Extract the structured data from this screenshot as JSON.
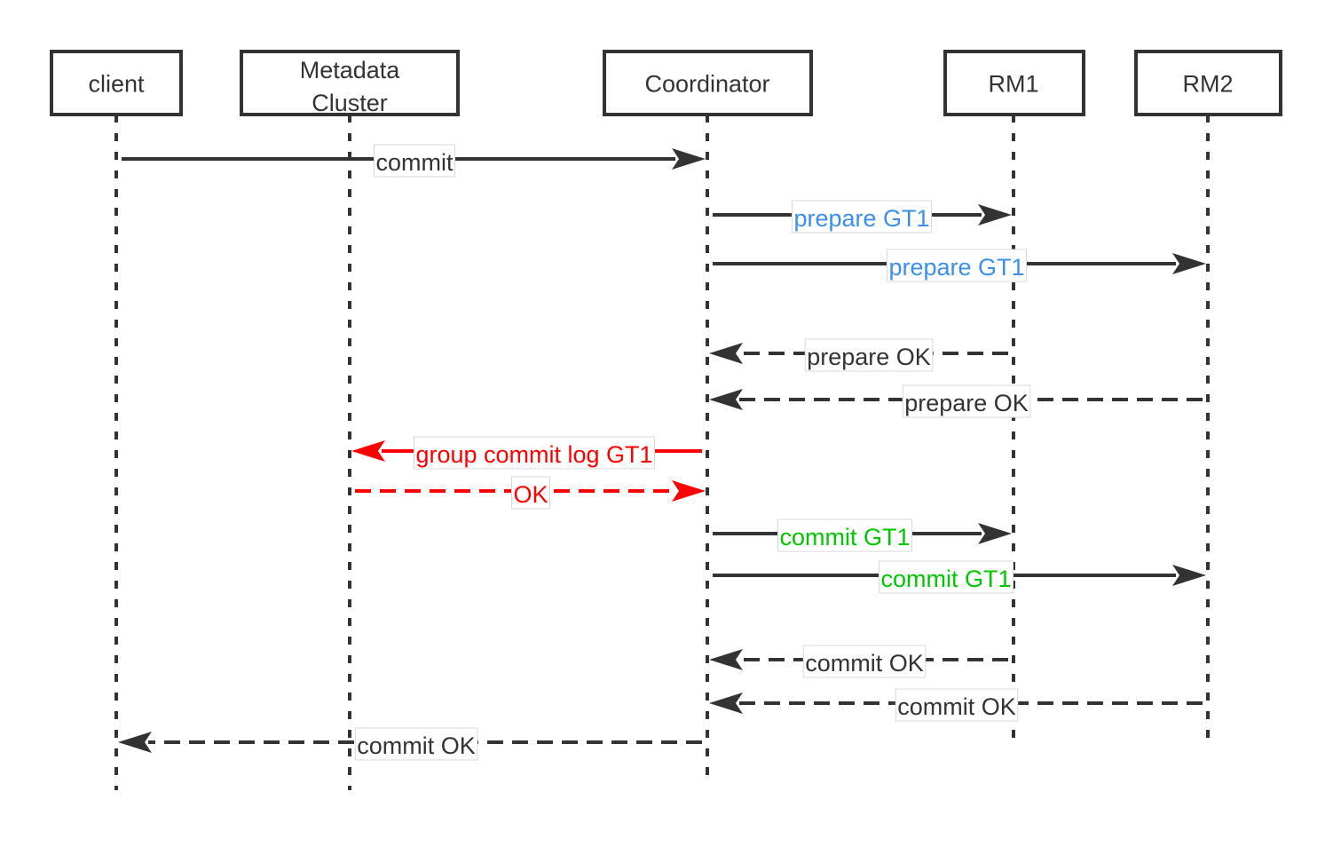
{
  "diagram": {
    "type": "sequence",
    "colors": {
      "default": "#333333",
      "prepare_text": "#3b8fea",
      "red": "#ff0000",
      "commit_text": "#00c800"
    },
    "actors": [
      {
        "id": "client",
        "label": "client"
      },
      {
        "id": "meta",
        "label": "Metadata\nCluster",
        "lines": [
          "Metadata",
          "Cluster"
        ]
      },
      {
        "id": "coord",
        "label": "Coordinator"
      },
      {
        "id": "rm1",
        "label": "RM1"
      },
      {
        "id": "rm2",
        "label": "RM2"
      }
    ],
    "messages": [
      {
        "from": "client",
        "to": "coord",
        "label": "commit",
        "style": "solid",
        "line_color": "default",
        "text_color": "default"
      },
      {
        "from": "coord",
        "to": "rm1",
        "label": "prepare GT1",
        "style": "solid",
        "line_color": "default",
        "text_color": "prepare_text"
      },
      {
        "from": "coord",
        "to": "rm2",
        "label": "prepare GT1",
        "style": "solid",
        "line_color": "default",
        "text_color": "prepare_text"
      },
      {
        "from": "rm1",
        "to": "coord",
        "label": "prepare OK",
        "style": "dashed",
        "line_color": "default",
        "text_color": "default"
      },
      {
        "from": "rm2",
        "to": "coord",
        "label": "prepare OK",
        "style": "dashed",
        "line_color": "default",
        "text_color": "default"
      },
      {
        "from": "coord",
        "to": "meta",
        "label": "group commit log GT1",
        "style": "solid",
        "line_color": "red",
        "text_color": "red"
      },
      {
        "from": "meta",
        "to": "coord",
        "label": "OK",
        "style": "dashed",
        "line_color": "red",
        "text_color": "red"
      },
      {
        "from": "coord",
        "to": "rm1",
        "label": "commit GT1",
        "style": "solid",
        "line_color": "default",
        "text_color": "commit_text"
      },
      {
        "from": "coord",
        "to": "rm2",
        "label": "commit GT1",
        "style": "solid",
        "line_color": "default",
        "text_color": "commit_text"
      },
      {
        "from": "rm1",
        "to": "coord",
        "label": "commit OK",
        "style": "dashed",
        "line_color": "default",
        "text_color": "default"
      },
      {
        "from": "rm2",
        "to": "coord",
        "label": "commit OK",
        "style": "dashed",
        "line_color": "default",
        "text_color": "default"
      },
      {
        "from": "coord",
        "to": "client",
        "label": "commit OK",
        "style": "dashed",
        "line_color": "default",
        "text_color": "default"
      }
    ]
  }
}
